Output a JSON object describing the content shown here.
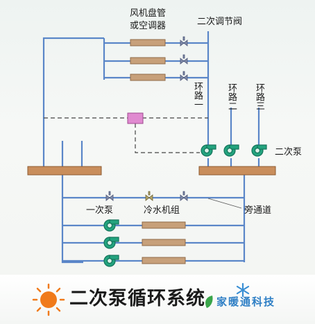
{
  "labels": {
    "fan_coil_line1": "风机盘管",
    "fan_coil_line2": "或空调器",
    "secondary_valve": "二次调节阀",
    "loop1": "环路一",
    "loop2": "环路二",
    "loop3": "环路三",
    "secondary_pump": "二次泵",
    "primary_pump": "一次泵",
    "chiller": "冷水机组",
    "bypass": "旁通道"
  },
  "footer": {
    "title": "二次泵循环系统",
    "brand": "家暖通科技"
  },
  "colors": {
    "pipe": "#5a86c8",
    "coil": "#c7a07a",
    "header": "#c98e5c",
    "pump": "#23a37e",
    "pump_dark": "#14735a",
    "controller": "#e08ad0",
    "dashed": "#444444",
    "sun": "#f07a1a"
  }
}
